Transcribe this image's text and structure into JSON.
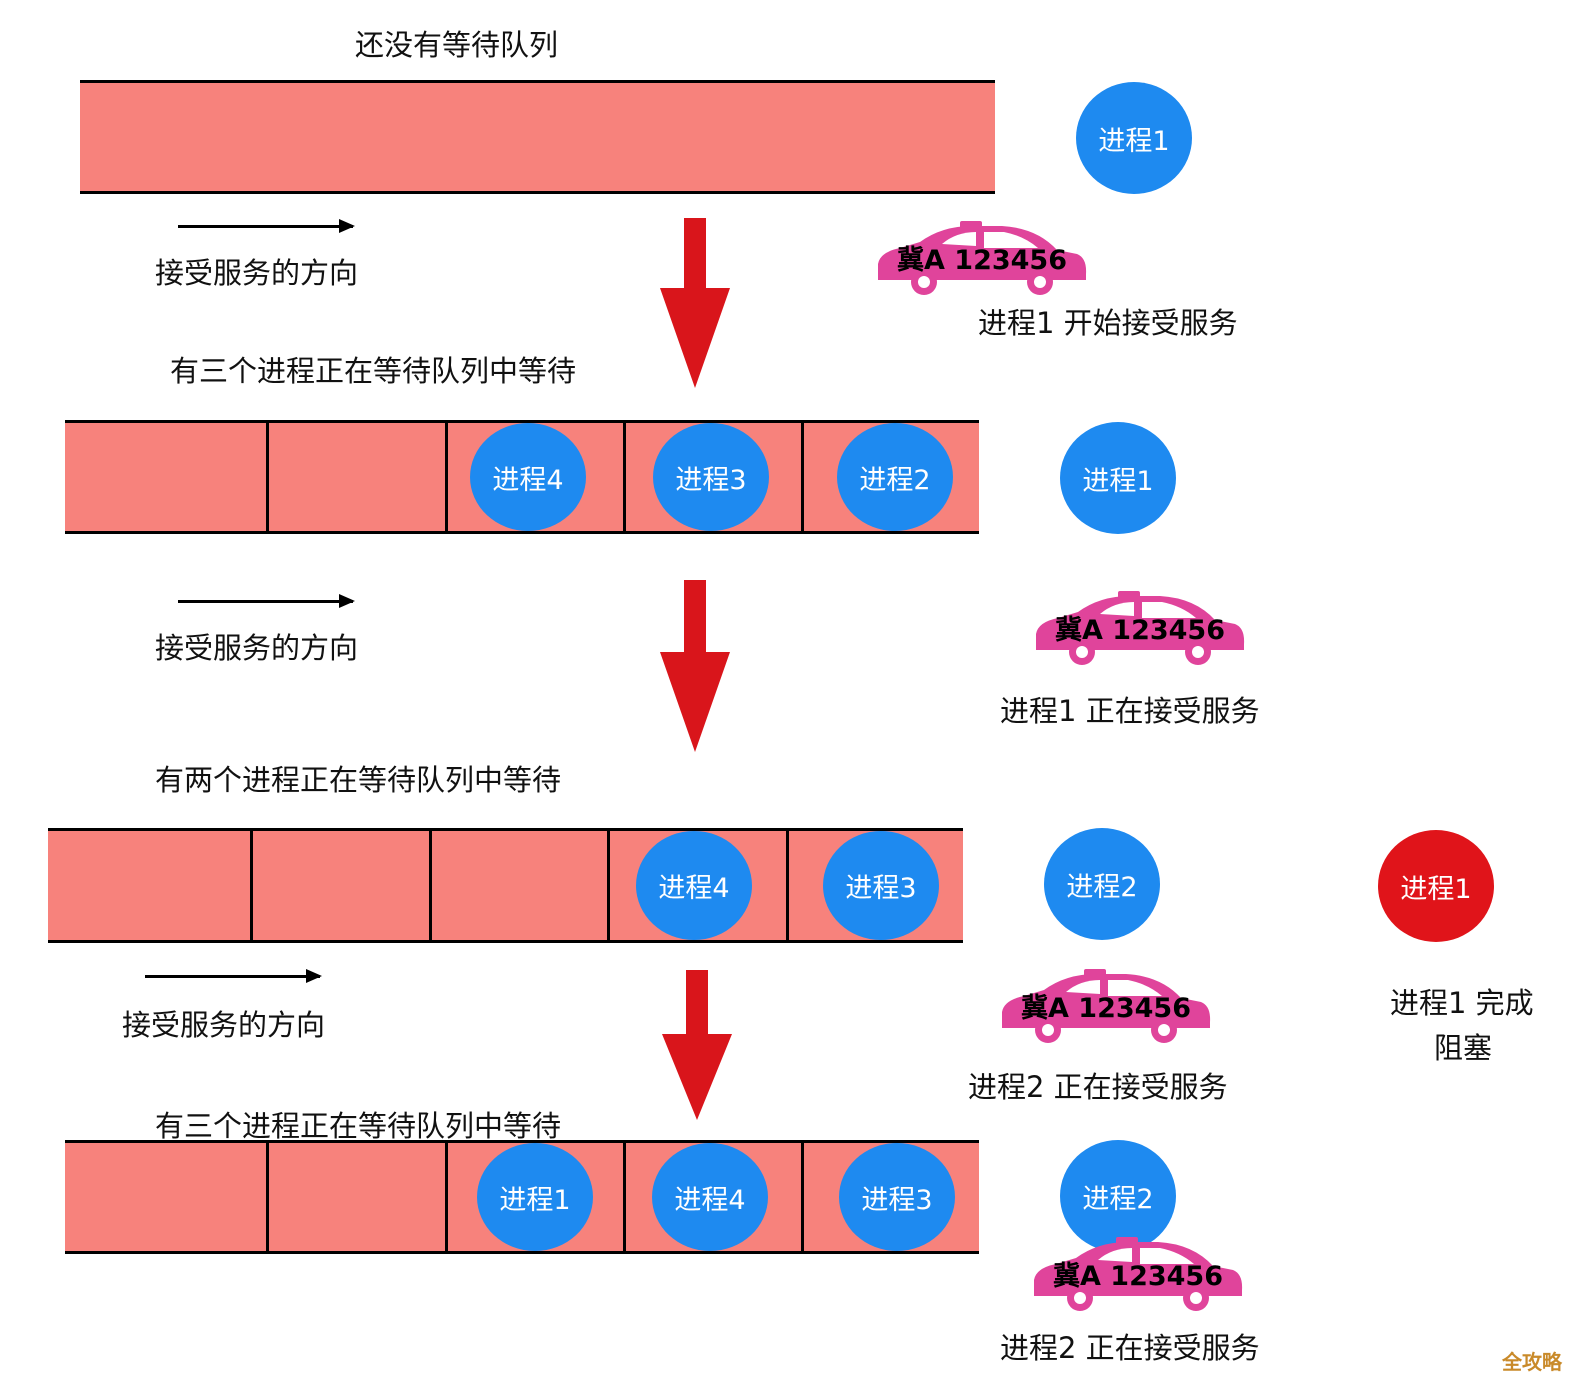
{
  "stage1": {
    "title": "还没有等待队列",
    "direction_label": "接受服务的方向",
    "serving": "进程1",
    "taxi_plate": "冀A 123456",
    "caption": "进程1 开始接受服务"
  },
  "stage2": {
    "title": "有三个进程正在等待队列中等待",
    "queue": [
      "进程4",
      "进程3",
      "进程2"
    ],
    "direction_label": "接受服务的方向",
    "serving": "进程1",
    "taxi_plate": "冀A 123456",
    "caption": "进程1 正在接受服务"
  },
  "stage3": {
    "title": "有两个进程正在等待队列中等待",
    "queue": [
      "进程4",
      "进程3"
    ],
    "direction_label": "接受服务的方向",
    "serving": "进程2",
    "taxi_plate": "冀A 123456",
    "caption": "进程2 正在接受服务",
    "blocked": "进程1",
    "blocked_caption_line1": "进程1 完成",
    "blocked_caption_line2": "阻塞"
  },
  "stage4": {
    "title": "有三个进程正在等待队列中等待",
    "queue": [
      "进程1",
      "进程4",
      "进程3"
    ],
    "serving": "进程2",
    "taxi_plate": "冀A 123456",
    "caption": "进程2 正在接受服务"
  },
  "watermark": "全攻略",
  "colors": {
    "queue_fill": "#f7827c",
    "process_blue": "#1e8af0",
    "process_red": "#e0141a",
    "arrow_red": "#d9151b",
    "taxi_pink": "#e0449b"
  }
}
